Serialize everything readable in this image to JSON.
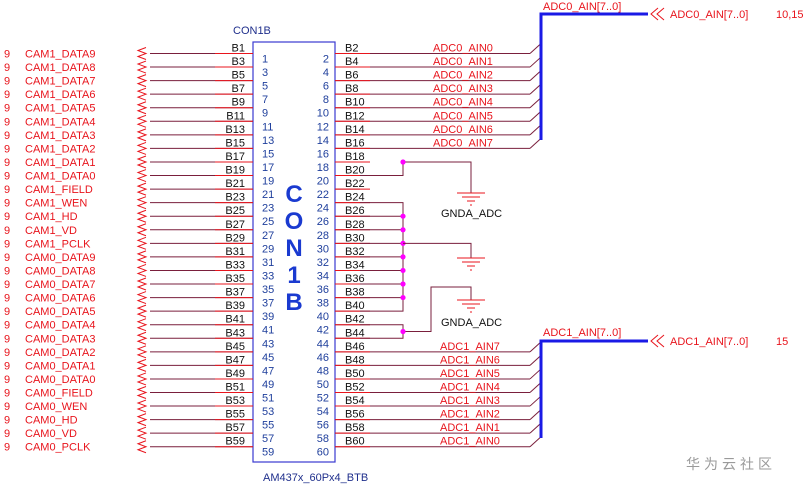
{
  "component": {
    "refdes": "CON1B",
    "part_name": "AM437x_60Px4_BTB",
    "body_label": [
      "C",
      "O",
      "N",
      "1",
      "B"
    ],
    "left_pins": [
      {
        "num": "1",
        "net": "B1"
      },
      {
        "num": "3",
        "net": "B3"
      },
      {
        "num": "5",
        "net": "B5"
      },
      {
        "num": "7",
        "net": "B7"
      },
      {
        "num": "9",
        "net": "B9"
      },
      {
        "num": "11",
        "net": "B11"
      },
      {
        "num": "13",
        "net": "B13"
      },
      {
        "num": "15",
        "net": "B15"
      },
      {
        "num": "17",
        "net": "B17"
      },
      {
        "num": "19",
        "net": "B19"
      },
      {
        "num": "21",
        "net": "B21"
      },
      {
        "num": "23",
        "net": "B23"
      },
      {
        "num": "25",
        "net": "B25"
      },
      {
        "num": "27",
        "net": "B27"
      },
      {
        "num": "29",
        "net": "B29"
      },
      {
        "num": "31",
        "net": "B31"
      },
      {
        "num": "33",
        "net": "B33"
      },
      {
        "num": "35",
        "net": "B35"
      },
      {
        "num": "37",
        "net": "B37"
      },
      {
        "num": "39",
        "net": "B39"
      },
      {
        "num": "41",
        "net": "B41"
      },
      {
        "num": "43",
        "net": "B43"
      },
      {
        "num": "45",
        "net": "B45"
      },
      {
        "num": "47",
        "net": "B47"
      },
      {
        "num": "49",
        "net": "B49"
      },
      {
        "num": "51",
        "net": "B51"
      },
      {
        "num": "53",
        "net": "B53"
      },
      {
        "num": "55",
        "net": "B55"
      },
      {
        "num": "57",
        "net": "B57"
      },
      {
        "num": "59",
        "net": "B59"
      }
    ],
    "right_pins": [
      {
        "num": "2",
        "net": "B2"
      },
      {
        "num": "4",
        "net": "B4"
      },
      {
        "num": "6",
        "net": "B6"
      },
      {
        "num": "8",
        "net": "B8"
      },
      {
        "num": "10",
        "net": "B10"
      },
      {
        "num": "12",
        "net": "B12"
      },
      {
        "num": "14",
        "net": "B14"
      },
      {
        "num": "16",
        "net": "B16"
      },
      {
        "num": "18",
        "net": "B18"
      },
      {
        "num": "20",
        "net": "B20"
      },
      {
        "num": "22",
        "net": "B22"
      },
      {
        "num": "24",
        "net": "B24"
      },
      {
        "num": "26",
        "net": "B26"
      },
      {
        "num": "28",
        "net": "B28"
      },
      {
        "num": "30",
        "net": "B30"
      },
      {
        "num": "32",
        "net": "B32"
      },
      {
        "num": "34",
        "net": "B34"
      },
      {
        "num": "36",
        "net": "B36"
      },
      {
        "num": "38",
        "net": "B38"
      },
      {
        "num": "40",
        "net": "B40"
      },
      {
        "num": "42",
        "net": "B42"
      },
      {
        "num": "44",
        "net": "B44"
      },
      {
        "num": "46",
        "net": "B46"
      },
      {
        "num": "48",
        "net": "B48"
      },
      {
        "num": "50",
        "net": "B50"
      },
      {
        "num": "52",
        "net": "B52"
      },
      {
        "num": "54",
        "net": "B54"
      },
      {
        "num": "56",
        "net": "B56"
      },
      {
        "num": "58",
        "net": "B58"
      },
      {
        "num": "60",
        "net": "B60"
      }
    ]
  },
  "left_ports": [
    {
      "sheet": "9",
      "name": "CAM1_DATA9"
    },
    {
      "sheet": "9",
      "name": "CAM1_DATA8"
    },
    {
      "sheet": "9",
      "name": "CAM1_DATA7"
    },
    {
      "sheet": "9",
      "name": "CAM1_DATA6"
    },
    {
      "sheet": "9",
      "name": "CAM1_DATA5"
    },
    {
      "sheet": "9",
      "name": "CAM1_DATA4"
    },
    {
      "sheet": "9",
      "name": "CAM1_DATA3"
    },
    {
      "sheet": "9",
      "name": "CAM1_DATA2"
    },
    {
      "sheet": "9",
      "name": "CAM1_DATA1"
    },
    {
      "sheet": "9",
      "name": "CAM1_DATA0"
    },
    {
      "sheet": "9",
      "name": "CAM1_FIELD"
    },
    {
      "sheet": "9",
      "name": "CAM1_WEN"
    },
    {
      "sheet": "9",
      "name": "CAM1_HD"
    },
    {
      "sheet": "9",
      "name": "CAM1_VD"
    },
    {
      "sheet": "9",
      "name": "CAM1_PCLK"
    },
    {
      "sheet": "9",
      "name": "CAM0_DATA9"
    },
    {
      "sheet": "9",
      "name": "CAM0_DATA8"
    },
    {
      "sheet": "9",
      "name": "CAM0_DATA7"
    },
    {
      "sheet": "9",
      "name": "CAM0_DATA6"
    },
    {
      "sheet": "9",
      "name": "CAM0_DATA5"
    },
    {
      "sheet": "9",
      "name": "CAM0_DATA4"
    },
    {
      "sheet": "9",
      "name": "CAM0_DATA3"
    },
    {
      "sheet": "9",
      "name": "CAM0_DATA2"
    },
    {
      "sheet": "9",
      "name": "CAM0_DATA1"
    },
    {
      "sheet": "9",
      "name": "CAM0_DATA0"
    },
    {
      "sheet": "9",
      "name": "CAM0_FIELD"
    },
    {
      "sheet": "9",
      "name": "CAM0_WEN"
    },
    {
      "sheet": "9",
      "name": "CAM0_HD"
    },
    {
      "sheet": "9",
      "name": "CAM0_VD"
    },
    {
      "sheet": "9",
      "name": "CAM0_PCLK"
    }
  ],
  "adc0": {
    "nets": [
      "ADC0_AIN0",
      "ADC0_AIN1",
      "ADC0_AIN2",
      "ADC0_AIN3",
      "ADC0_AIN4",
      "ADC0_AIN5",
      "ADC0_AIN6",
      "ADC0_AIN7"
    ],
    "bus_label": "ADC0_AIN[7..0]",
    "port_name": "ADC0_AIN[7..0]",
    "port_sheets": "10,15"
  },
  "adc1": {
    "nets": [
      "ADC1_AIN7",
      "ADC1_AIN6",
      "ADC1_AIN5",
      "ADC1_AIN4",
      "ADC1_AIN3",
      "ADC1_AIN2",
      "ADC1_AIN1",
      "ADC1_AIN0"
    ],
    "bus_label": "ADC1_AIN[7..0]",
    "port_name": "ADC1_AIN[7..0]",
    "port_sheets": "15"
  },
  "ground": {
    "label_top": "GNDA_ADC",
    "label_bottom": "GNDA_ADC"
  },
  "watermark": "华为云社区",
  "colors": {
    "net_label": "#e8141c",
    "wire": "#7a1f3c",
    "bus": "#1a1ae6",
    "junction": "#ff00ff",
    "component": "#1f3f9c"
  }
}
